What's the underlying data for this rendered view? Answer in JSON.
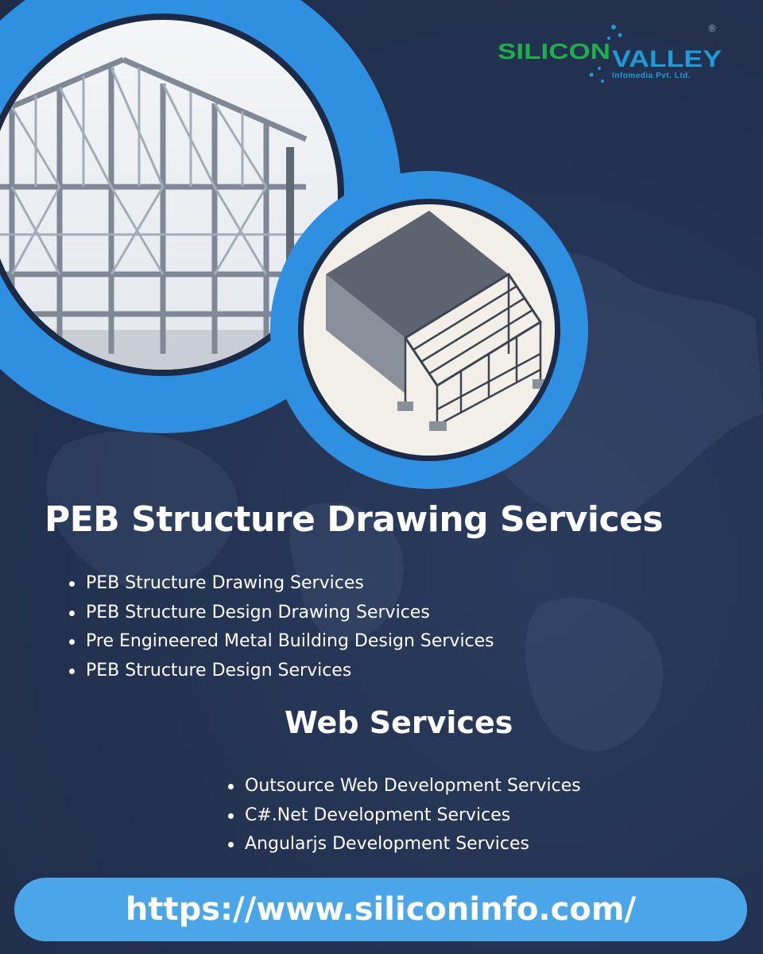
{
  "brand": {
    "logo_word_1": "SILICON",
    "logo_word_2": "VALLEY",
    "logo_tagline": "Infomedia Pvt. Ltd.",
    "registered_mark": "®",
    "logo_green": "#1fae4b",
    "logo_blue": "#1e9bd6"
  },
  "colors": {
    "background": "#233251",
    "accent_blue": "#4aa6e8",
    "text": "#ffffff"
  },
  "images": {
    "image_1": "steel-frame-structure-photo",
    "image_2": "peb-structure-drawing"
  },
  "peb_section": {
    "title": "PEB Structure Drawing Services",
    "items": [
      "PEB Structure Drawing Services",
      "PEB Structure Design Drawing Services",
      "Pre Engineered Metal Building Design Services",
      "PEB Structure Design Services"
    ]
  },
  "web_section": {
    "title": "Web Services",
    "items": [
      "Outsource Web Development Services",
      "C#.Net Development Services",
      "Angularjs Development Services"
    ]
  },
  "url": "https://www.siliconinfo.com/"
}
